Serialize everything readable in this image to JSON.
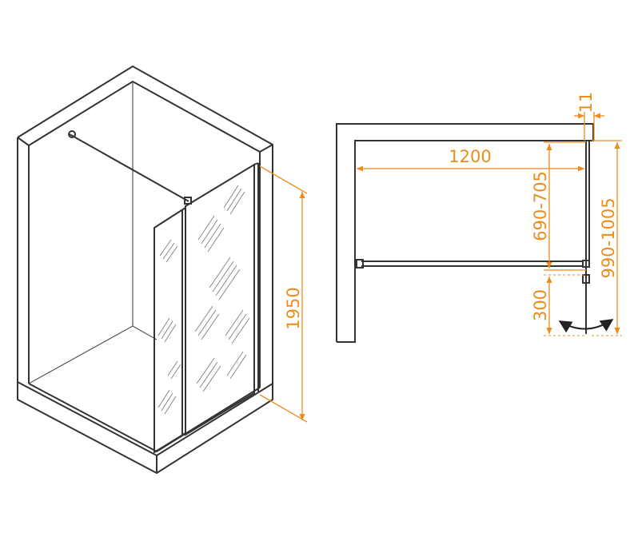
{
  "diagram": {
    "accent_color": "#ED8B1B",
    "line_color": "#333333",
    "dimensions": {
      "height": "1950",
      "width": "1200",
      "glass_thickness": "11",
      "fixed_panel": "690-705",
      "swing_panel": "300",
      "total_depth": "990-1005"
    }
  }
}
